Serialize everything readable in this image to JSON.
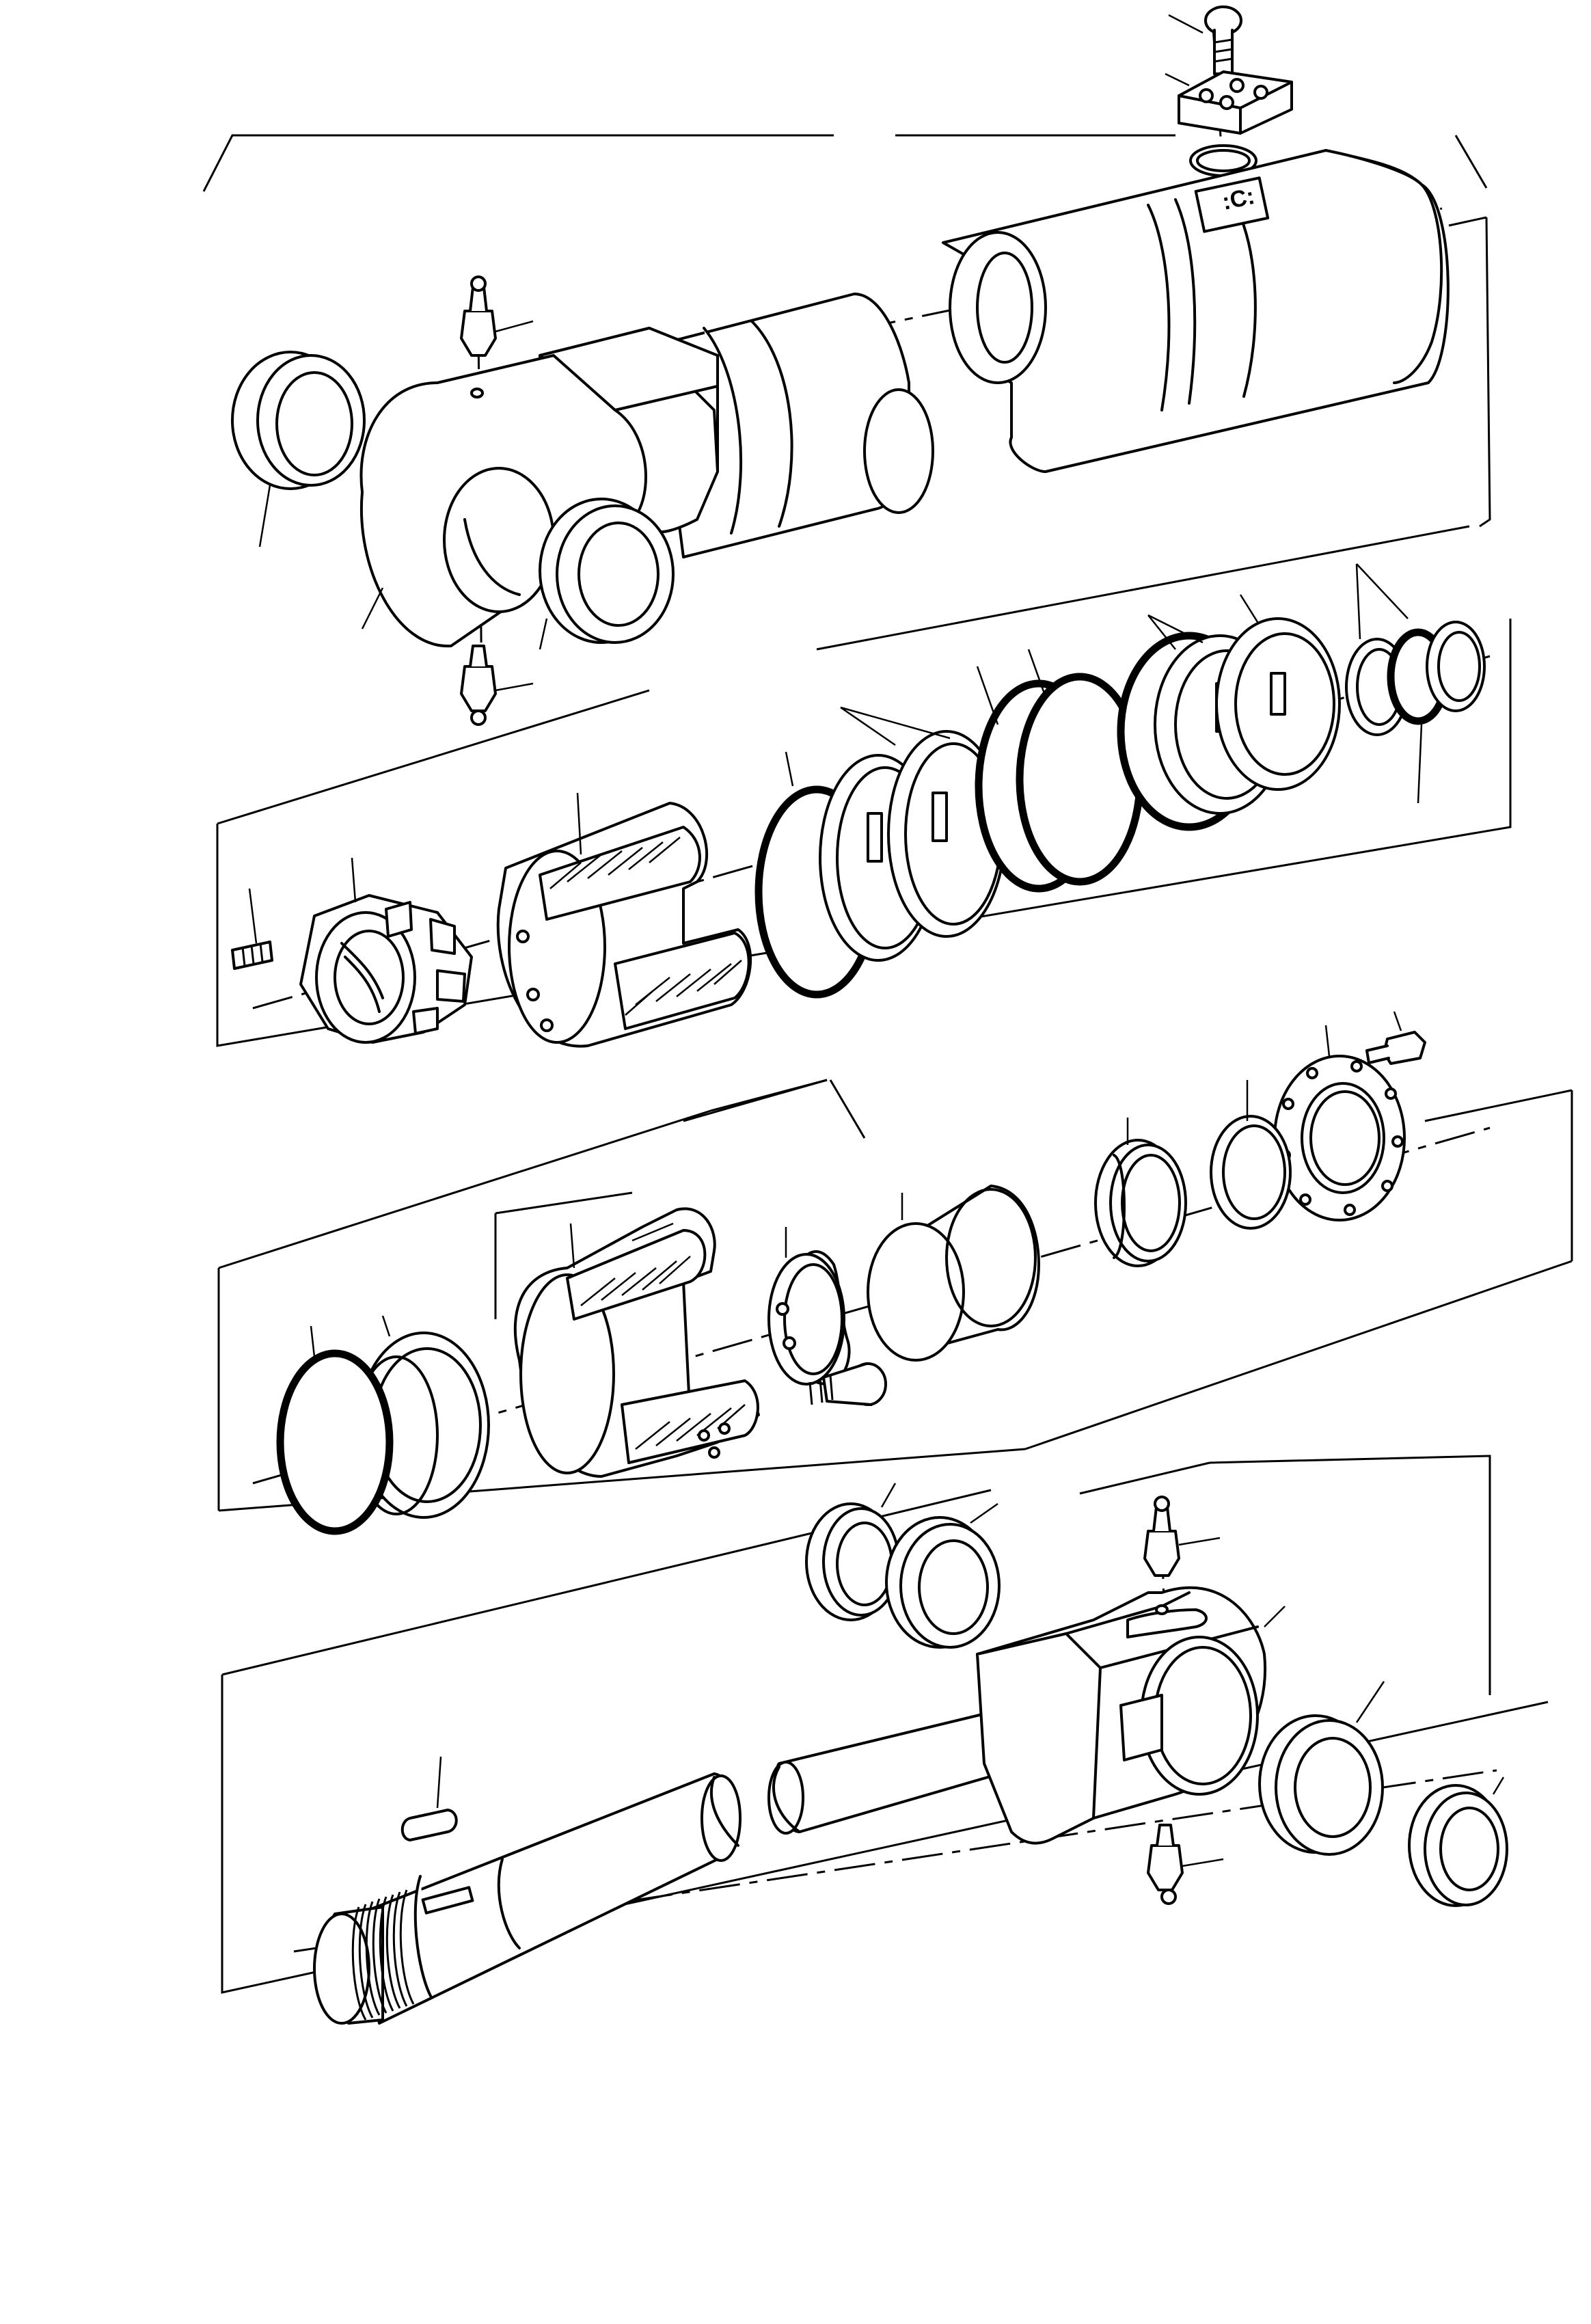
{
  "diagram": {
    "kind": "exploded-parts-view",
    "subject": "hydraulic-cylinder",
    "line_color": "#000000",
    "background": "#ffffff",
    "parts": [
      "screw-top",
      "port-plate",
      "port-o-ring",
      "cylinder-barrel",
      "grease-nipple-top",
      "bushing-left",
      "barrel-eye",
      "bushing-right",
      "grease-nipple-bottom",
      "set-screw",
      "piston-nut",
      "piston",
      "piston-wear-ring",
      "piston-seals",
      "piston-guide-rings",
      "back-up-ring",
      "piston-o-ring",
      "damper-ring",
      "lock-screw",
      "gland-flange",
      "wiper",
      "rod-seal",
      "guide-bushing",
      "snap-ring",
      "cylinder-head",
      "head-screw",
      "head-backup-ring",
      "head-o-ring",
      "key",
      "piston-rod",
      "rod-eye",
      "grease-nipple-rod-top",
      "grease-nipple-rod-bottom",
      "rod-bushing-1",
      "rod-bushing-2",
      "rod-bushing-3",
      "rod-bushing-4"
    ]
  }
}
